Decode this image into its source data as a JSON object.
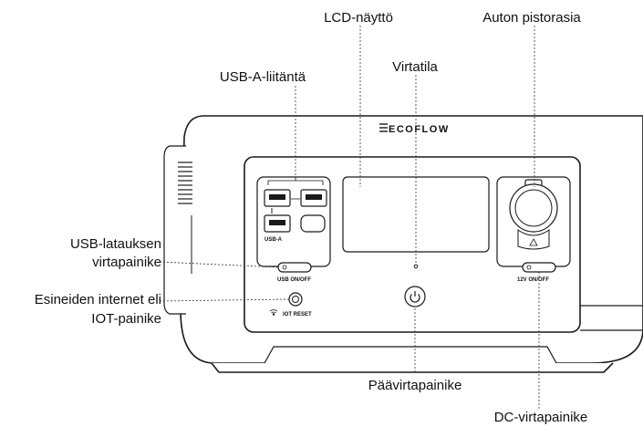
{
  "labels": {
    "lcd": "LCD-näyttö",
    "car_socket": "Auton pistorasia",
    "usb_a_port": "USB-A-liitäntä",
    "power_status": "Virtatila",
    "usb_power_button": [
      "USB-latauksen",
      "virtapainike"
    ],
    "iot_button": [
      "Esineiden internet eli",
      "IOT-painike"
    ],
    "main_power_button": "Päävirtapainike",
    "dc_power_button": "DC-virtapainike"
  },
  "device": {
    "brand": "ECOFLOW",
    "usb_a_text": "USB-A",
    "usb_onoff_text": "USB ON/OFF",
    "iot_reset_text": "IOT RESET",
    "dc_onoff_text": "12V ON/OFF"
  },
  "colors": {
    "line": "#1a1a1a",
    "text": "#111111",
    "background": "#ffffff"
  }
}
